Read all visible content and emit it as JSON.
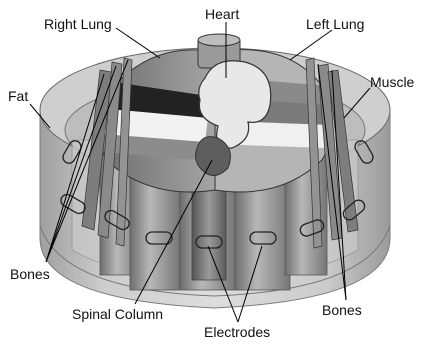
{
  "labels": {
    "heart": "Heart",
    "right_lung": "Right Lung",
    "left_lung": "Left Lung",
    "fat": "Fat",
    "muscle": "Muscle",
    "bones_left": "Bones",
    "bones_right": "Bones",
    "spinal_column": "Spinal Column",
    "electrodes": "Electrodes"
  },
  "colors": {
    "outer_shell": "#b9b9b9",
    "inner_shell": "#d9d9d9",
    "lung": "#9a9a9a",
    "heart": "#e6e6e6",
    "spine": "#6f6f6f",
    "bone": "#7b7b7b",
    "electrode": "#9f9f9f",
    "leader_line": "#000000"
  }
}
